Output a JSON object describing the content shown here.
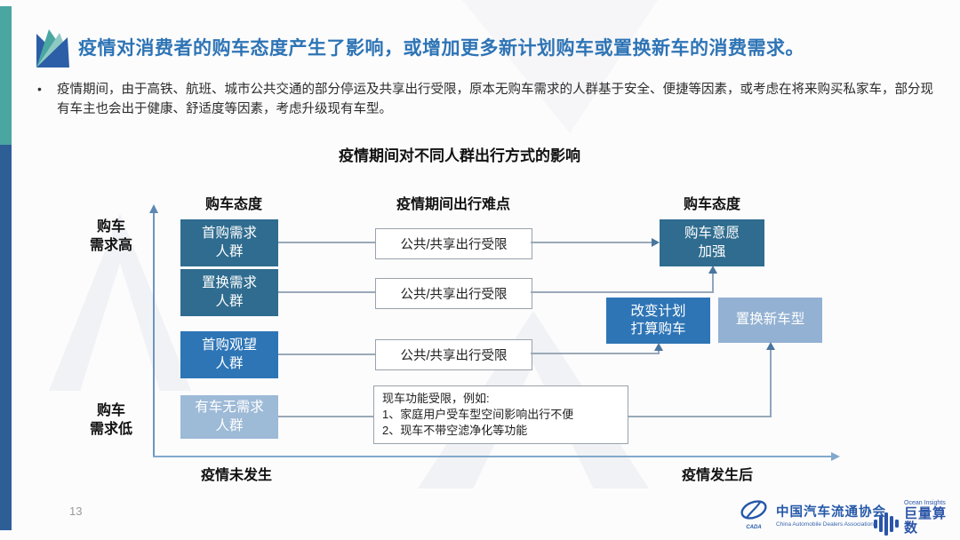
{
  "slide": {
    "page_number": "13",
    "header": {
      "title": "疫情对消费者的购车态度产生了影响，或增加更多新计划购车或置换新车的消费需求。"
    },
    "bullet": {
      "marker": "•",
      "text": "疫情期间，由于高铁、航班、城市公共交通的部分停运及共享出行受限，原本无购车需求的人群基于安全、便捷等因素，或考虑在将来购买私家车，部分现有车主也会出于健康、舒适度等因素，考虑升级现有车型。"
    },
    "colors": {
      "title_blue": "#2E74B5",
      "edge_teal": "#4AA6A1",
      "edge_blue": "#2E5E96",
      "box_dark_teal_blue": "#2F6C8F",
      "box_vivid_blue": "#2E75B6",
      "box_light_blue": "#9DBAD7",
      "logo_blue": "#2458A8"
    }
  },
  "diagram": {
    "title": "疫情期间对不同人群出行方式的影响",
    "column_headers": {
      "left": "购车态度",
      "middle": "疫情期间出行难点",
      "right": "购车态度"
    },
    "y_axis": {
      "high": "购车\n需求高",
      "low": "购车\n需求低"
    },
    "x_axis": {
      "before": "疫情未发生",
      "after": "疫情发生后"
    },
    "left_boxes": [
      {
        "label": "首购需求\n人群"
      },
      {
        "label": "置换需求\n人群"
      },
      {
        "label": "首购观望\n人群"
      },
      {
        "label": "有车无需求\n人群"
      }
    ],
    "middle_boxes": [
      {
        "label": "公共/共享出行受限"
      },
      {
        "label": "公共/共享出行受限"
      },
      {
        "label": "公共/共享出行受限"
      }
    ],
    "note_box": "现车功能受限，例如:\n1、家庭用户受车型空间影响出行不便\n2、现车不带空滤净化等功能",
    "right_boxes": [
      {
        "label": "购车意愿\n加强"
      },
      {
        "label": "改变计划\n打算购车"
      },
      {
        "label": "置换新车型"
      }
    ]
  },
  "footer": {
    "cada": {
      "abbr": "CADA",
      "name_cn": "中国汽车流通协会",
      "name_en": "China Automobile Dealers Association"
    },
    "ocean": {
      "brand_en": "Ocean Insights",
      "brand_cn": "巨量算数"
    }
  }
}
